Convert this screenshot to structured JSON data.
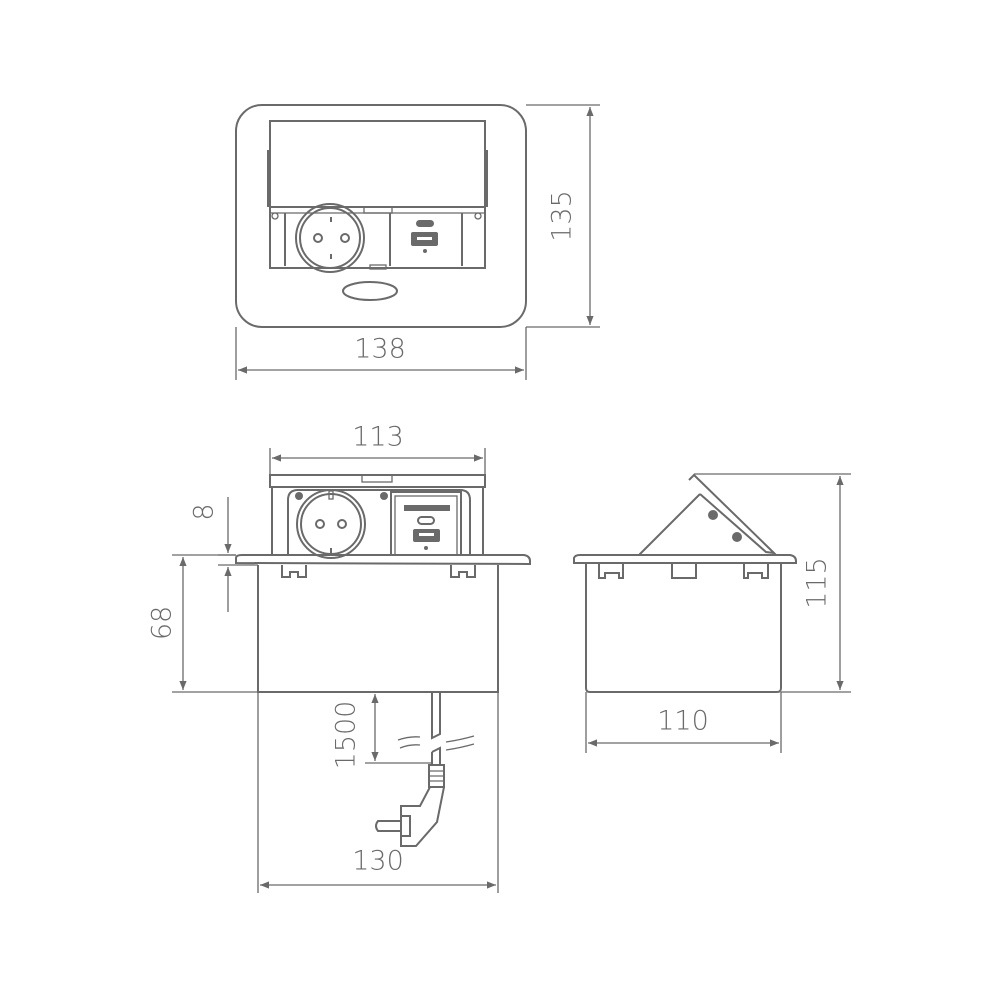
{
  "dimensions": {
    "top_width": "138",
    "top_depth": "135",
    "lid_width": "113",
    "flange_height": "8",
    "box_height": "68",
    "cable_length": "1500",
    "box_width": "130",
    "side_width": "110",
    "total_height": "115"
  },
  "colors": {
    "line": "#6a6a6a",
    "background": "#ffffff"
  }
}
